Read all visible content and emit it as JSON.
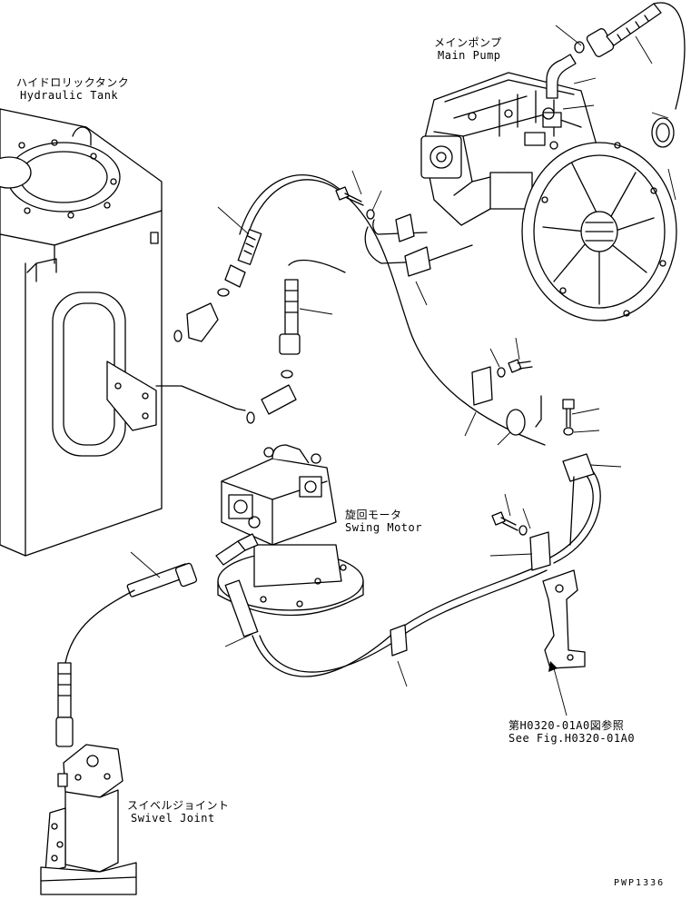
{
  "labels": {
    "main_pump_jp": "メインポンプ",
    "main_pump_en": "Main Pump",
    "hydraulic_tank_jp": "ハイドロリックタンク",
    "hydraulic_tank_en": "Hydraulic Tank",
    "swing_motor_jp": "旋回モータ",
    "swing_motor_en": "Swing Motor",
    "swivel_joint_jp": "スイベルジョイント",
    "swivel_joint_en": "Swivel Joint",
    "see_fig_jp": "第H0320-01A0図参照",
    "see_fig_en": "See Fig.H0320-01A0",
    "drawing_code": "PWP1336"
  }
}
